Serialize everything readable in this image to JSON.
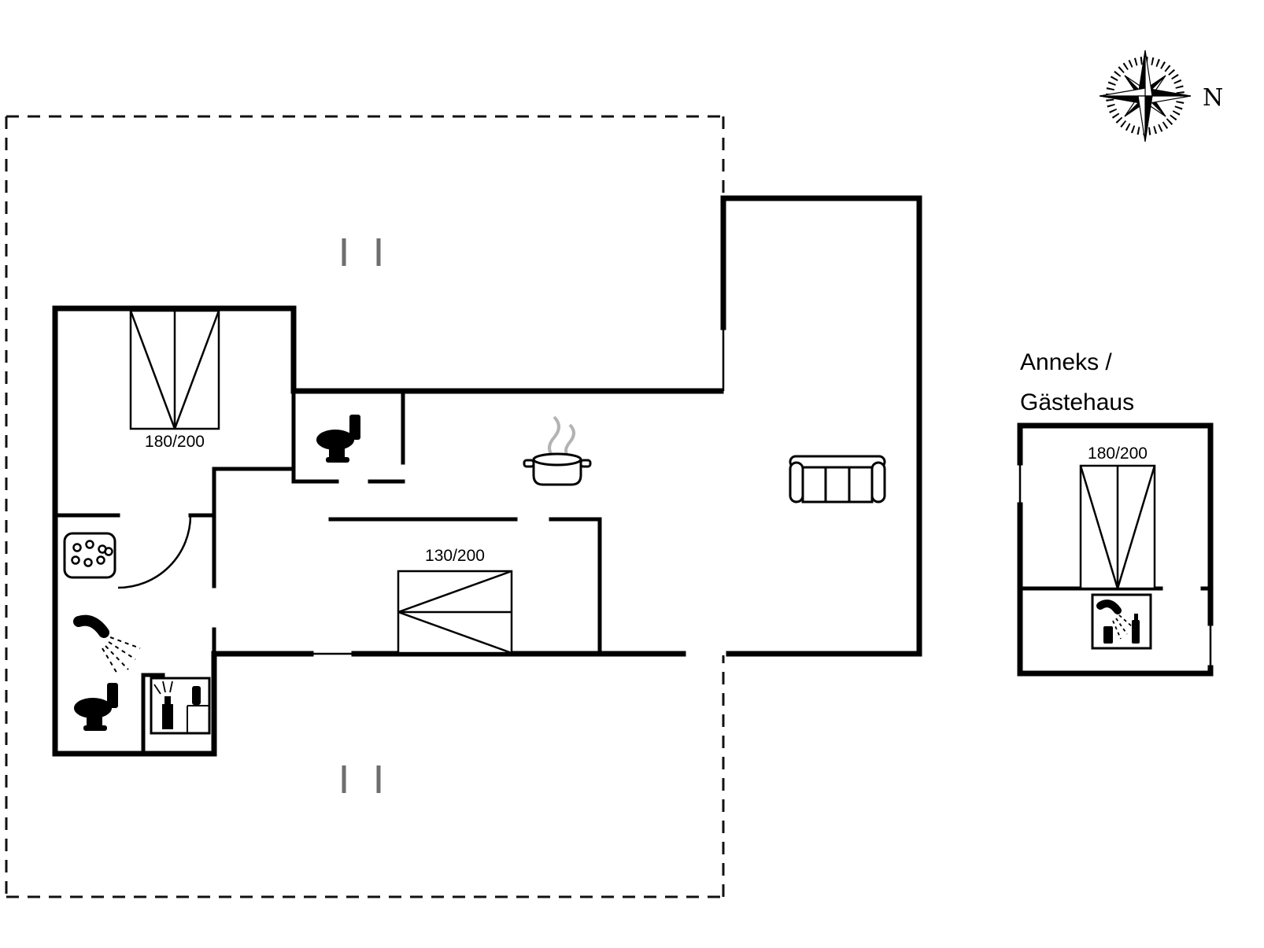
{
  "page": {
    "background": "#ffffff",
    "wall_color": "#000000",
    "steam_color": "#b3b3b3",
    "marker_color": "#6e6e6e"
  },
  "compass": {
    "north_label": "N"
  },
  "main_house": {
    "bedroom_bed_label": "180/200",
    "hall_bed_label": "130/200"
  },
  "annex": {
    "title_line1": "Anneks /",
    "title_line2": "Gästehaus",
    "bed_label": "180/200"
  }
}
